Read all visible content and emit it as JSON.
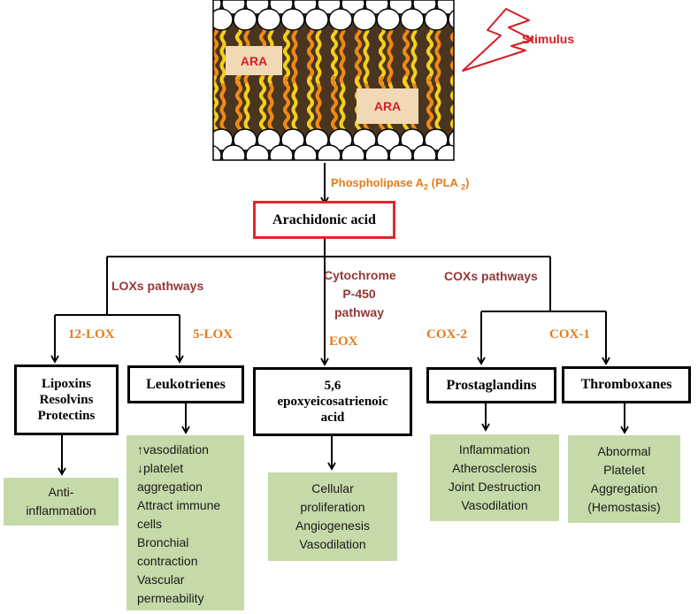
{
  "membrane": {
    "ara_labels": [
      "ARA",
      "ARA"
    ],
    "stimulus_label": "Stimulus",
    "colors": {
      "background": "#4a3521",
      "lipid_head": "#ffffff",
      "tail_orange": "#f08a16",
      "tail_yellow": "#f6cf1b",
      "stimulus": "#d51f26"
    }
  },
  "enzyme_top": {
    "text": "Phospholipase A",
    "sub": "2",
    "paren": " (PLA ",
    "paren_sub": "2",
    "close": ")"
  },
  "center": {
    "label": "Arachidonic acid"
  },
  "pathways": {
    "lox": "LOXs pathways",
    "cyp": [
      "Cytochrome",
      "P-450",
      "pathway"
    ],
    "cox": "COXs pathways"
  },
  "enzymes": {
    "lox12": "12-LOX",
    "lox5": "5-LOX",
    "eox": "EOX",
    "cox2": "COX-2",
    "cox1": "COX-1"
  },
  "products": {
    "lipoxins": [
      "Lipoxins",
      "Resolvins",
      "Protectins"
    ],
    "leukotrienes": "Leukotrienes",
    "epoxy": [
      "5,6",
      "epoxyeicosatrienoic",
      "acid"
    ],
    "prostaglandins": "Prostaglandins",
    "thromboxanes": "Thromboxanes"
  },
  "effects": {
    "lipoxins": [
      "Anti-",
      "inflammation"
    ],
    "leukotrienes": [
      "↑vasodilation",
      "↓platelet",
      "aggregation",
      "Attract immune",
      "cells",
      "Bronchial",
      "contraction",
      "Vascular",
      "permeability"
    ],
    "epoxy": [
      "Cellular",
      "proliferation",
      "Angiogenesis",
      "Vasodilation"
    ],
    "prostaglandins": [
      "Inflammation",
      "Atherosclerosis",
      "Joint Destruction",
      "Vasodilation"
    ],
    "thromboxanes": [
      "Abnormal",
      "Platelet",
      "Aggregation",
      "(Hemostasis)"
    ]
  },
  "colors": {
    "enzyme": "#e27c1d",
    "pathway": "#943737",
    "effect_box": "#c6d9a8",
    "highlight_border": "#e3262c"
  }
}
